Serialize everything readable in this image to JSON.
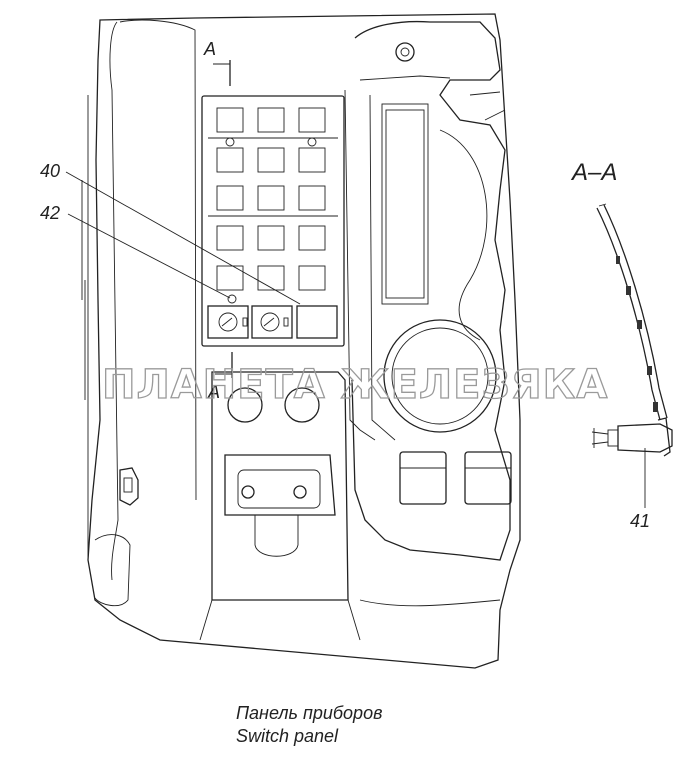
{
  "labels": {
    "callout_40": "40",
    "callout_42": "42",
    "callout_41": "41",
    "section_mark_top": "A",
    "section_mark_bottom": "A",
    "section_title": "A–A"
  },
  "caption": {
    "line1": "Панель приборов",
    "line2": "Switch panel"
  },
  "watermark": "ПЛАНЕТА ЖЕЛЕЗЯКА"
}
